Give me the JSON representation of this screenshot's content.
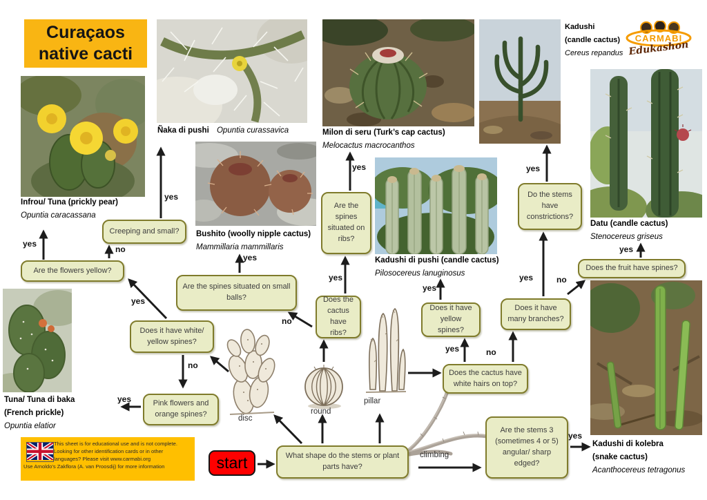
{
  "title": {
    "line1": "Curaçaos",
    "line2": "native cacti"
  },
  "logo": {
    "name": "CARMABI",
    "sub": "Edukashon"
  },
  "labels": {
    "yes": "yes",
    "no": "no"
  },
  "start_label": "start",
  "species": {
    "infrou": {
      "common": "Infrou/ Tuna (prickly pear)",
      "latin": "Opuntia caracassana"
    },
    "naka": {
      "common": "Ñaka di pushi",
      "latin": "Opuntia curassavica"
    },
    "milon": {
      "common": "Milon di seru (Turk’s cap cactus)",
      "latin": "Melocactus macrocanthos"
    },
    "kadushi": {
      "common": "Kadushi",
      "common2": "(candle cactus)",
      "latin": "Cereus repandus"
    },
    "bushito": {
      "common": "Bushito (woolly nipple cactus)",
      "latin": "Mammillaria mammillaris"
    },
    "kadushi_di_pushi": {
      "common": "Kadushi di pushi (candle cactus)",
      "latin": "Pilosocereus lanuginosus"
    },
    "datu": {
      "common": "Datu (candle cactus)",
      "latin": "Stenocereus griseus"
    },
    "tuna": {
      "common": "Tuna/ Tuna di baka",
      "common2": "(French prickle)",
      "latin": "Opuntia elatior"
    },
    "kolebra": {
      "common": "Kadushi di kolebra",
      "common2": "(snake cactus)",
      "latin": "Acanthocereus tetragonus"
    }
  },
  "questions": {
    "creeping": "Creeping and small?",
    "flowers_yellow": "Are the flowers yellow?",
    "small_balls": "Are the spines situated on small balls?",
    "spines_on_ribs": "Are the spines situated on ribs?",
    "have_ribs": "Does the cactus have ribs?",
    "white_yellow_spines": "Does it have white/ yellow spines?",
    "pink_orange": "Pink flowers and orange spines?",
    "yellow_spines": "Does it have yellow spines?",
    "white_hairs": "Does the cactus have white hairs on top?",
    "many_branches": "Does it have many branches?",
    "constrictions": "Do the stems have constrictions?",
    "fruit_spines": "Does the fruit have spines?",
    "stems_angular": "Are the stems 3 (sometimes 4 or 5) angular/ sharp edged?",
    "stem_shape": "What shape do the stems or plant parts have?"
  },
  "shapes": {
    "disc": "disc",
    "round": "round",
    "pillar": "pillar",
    "climbing": "climbing"
  },
  "info": {
    "line1": "This sheet is for educational use and is not complete.",
    "line2": "Looking for other identification cards or in other",
    "line3": "languages? Please visit www.carmabi.org",
    "line4": "Use Arnoldo's Zakflora (A. van Proosdij) for more information"
  },
  "colors": {
    "title_gold": "#f9b513",
    "info_gold": "#ffbf00",
    "box_fill": "#e9ecc6",
    "box_border": "#7f7b2b",
    "start_red": "#fe0000",
    "arrow_black": "#1c1c1c"
  }
}
